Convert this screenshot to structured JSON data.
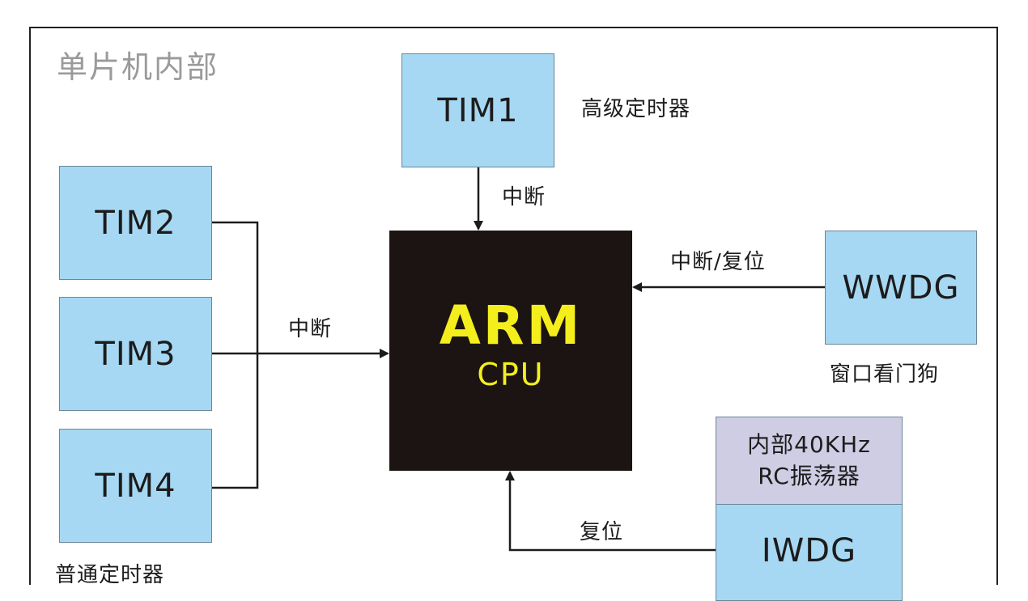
{
  "section_title": "单片机内部",
  "timers": {
    "tim1": "TIM1",
    "tim2": "TIM2",
    "tim3": "TIM3",
    "tim4": "TIM4"
  },
  "cpu": {
    "name": "ARM",
    "subtitle": "CPU"
  },
  "watchdogs": {
    "wwdg": "WWDG",
    "iwdg": "IWDG",
    "oscillator": [
      "内部40KHz",
      "RC振荡器"
    ]
  },
  "labels": {
    "advanced_timer": "高级定时器",
    "general_timer": "普通定时器",
    "window_watchdog": "窗口看门狗",
    "interrupt_tim1": "中断",
    "interrupt_general": "中断",
    "interrupt_reset": "中断/复位",
    "reset": "复位"
  },
  "colors": {
    "box_fill": "#a6d8f3",
    "oscillator_fill": "#cfcde4",
    "cpu_fill": "#1b1412",
    "cpu_text": "#f4ef1c",
    "title_text": "#9a9a9a"
  }
}
